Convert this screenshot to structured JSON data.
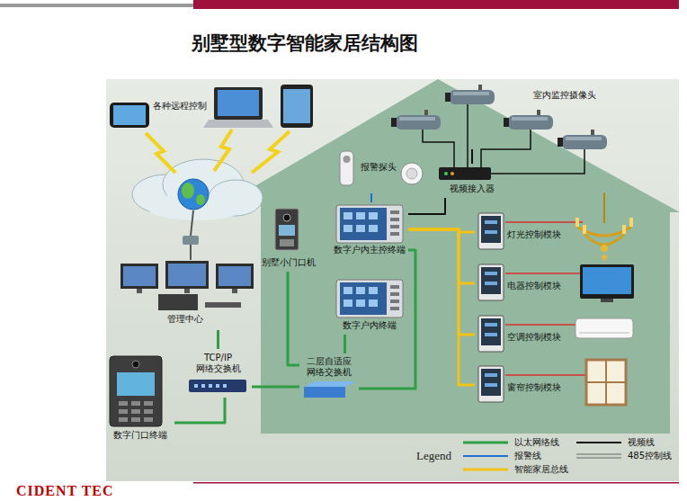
{
  "diagram": {
    "title": "别墅型数字智能家居结构图",
    "nodes": [
      {
        "text": [
          "室内监控摄像头"
        ]
      },
      {
        "text": [
          "报警探头"
        ]
      },
      {
        "text": [
          "视频接入器"
        ]
      },
      {
        "text": [
          "别墅小门口机"
        ]
      },
      {
        "text": [
          "数字户内主控终端"
        ]
      },
      {
        "text": [
          "灯光控制模块"
        ]
      },
      {
        "text": [
          "电器控制模块"
        ]
      },
      {
        "text": [
          "空调控制模块"
        ]
      },
      {
        "text": [
          "窗帘控制模块"
        ]
      },
      {
        "text": [
          "管理中心"
        ]
      },
      {
        "text": [
          "数字户内终端"
        ]
      },
      {
        "text": [
          "TCP/IP 网络交换机"
        ]
      },
      {
        "text": [
          "二层自适应 网络交换机"
        ]
      },
      {
        "text": [
          "数字门口终端"
        ]
      }
    ],
    "edges": [
      {
        "from": 1,
        "to": 4,
        "arrow": "none"
      },
      {
        "from": 0,
        "to": 2,
        "arrow": "none"
      },
      {
        "from": 2,
        "to": 4,
        "arrow": "none"
      },
      {
        "from": 4,
        "to": 5,
        "arrow": "none"
      },
      {
        "from": 4,
        "to": 6,
        "arrow": "none"
      },
      {
        "from": 4,
        "to": 7,
        "arrow": "none"
      },
      {
        "from": 4,
        "to": 8,
        "arrow": "none"
      },
      {
        "from": 3,
        "to": 12,
        "arrow": "none"
      },
      {
        "from": 4,
        "to": 12,
        "arrow": "none"
      },
      {
        "from": 10,
        "to": 12,
        "arrow": "none"
      },
      {
        "from": 12,
        "to": 11,
        "arrow": "none"
      },
      {
        "from": 11,
        "to": 9,
        "arrow": "none"
      },
      {
        "from": 11,
        "to": 13,
        "arrow": "none"
      }
    ],
    "labels": [
      "各种远程控制",
      "Legend",
      "CIDENT TEC"
    ],
    "legend": [
      {
        "text": "以太网络线"
      },
      {
        "text": "视频线"
      },
      {
        "text": "报警线"
      },
      {
        "text": "485控制线"
      },
      {
        "text": "智能家居总线"
      }
    ]
  }
}
